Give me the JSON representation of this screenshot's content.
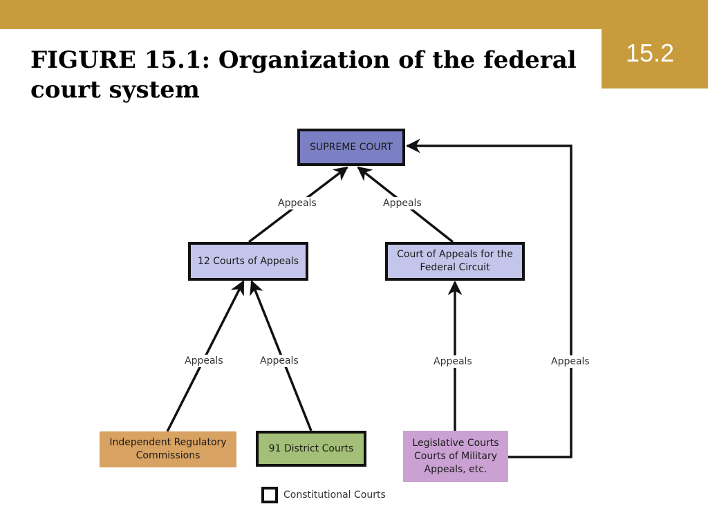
{
  "slide": {
    "badge": "15.2",
    "title": "FIGURE 15.1: Organization of the federal court system"
  },
  "nodes": {
    "supreme_court": "SUPREME COURT",
    "courts_of_appeals": "12 Courts of Appeals",
    "federal_circuit": "Court of Appeals for the Federal Circuit",
    "regulatory_commissions": "Independent Regulatory Commissions",
    "district_courts": "91 District Courts",
    "legislative_courts": "Legislative Courts Courts of Military Appeals, etc."
  },
  "edges": {
    "coa_to_sc": "Appeals",
    "cafc_to_sc": "Appeals",
    "irc_to_coa": "Appeals",
    "dc_to_coa": "Appeals",
    "leg_to_cafc": "Appeals",
    "leg_to_sc": "Appeals"
  },
  "legend": {
    "constitutional_courts": "Constitutional Courts"
  },
  "colors": {
    "accent": "#c89b3c",
    "supreme_court": "#7b7fc4",
    "appeals_courts": "#c3c6ea",
    "district_courts": "#a3bf78",
    "regulatory_commissions": "#d8a262",
    "legislative_courts": "#caa1d2"
  }
}
